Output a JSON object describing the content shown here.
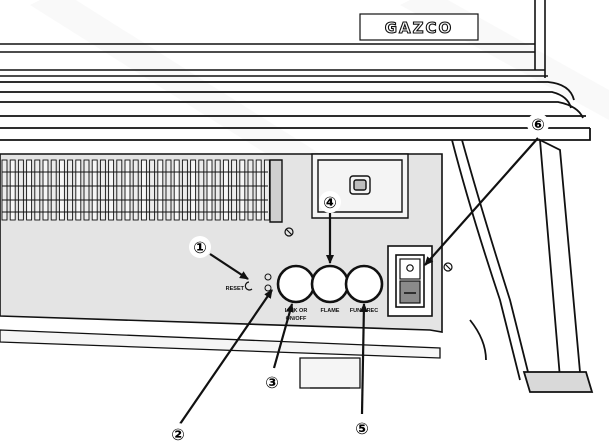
{
  "brand": {
    "logo_text": "GAZCO"
  },
  "controls": {
    "reset_label": "RESET",
    "button_3_label_line1": "LINK OR",
    "button_3_label_line2": "ON/OFF",
    "button_4_label": "FLAME",
    "button_5_label": "FUNC REC"
  },
  "callouts": {
    "c1": "①",
    "c2": "②",
    "c3": "③",
    "c4": "④",
    "c5": "⑤",
    "c6": "⑥"
  },
  "colors": {
    "line": "#111111",
    "grey_fill": "#d9d9d9",
    "dark_fill": "#8a8a8a",
    "light_fill": "#f2f2f2",
    "background": "#ffffff"
  }
}
